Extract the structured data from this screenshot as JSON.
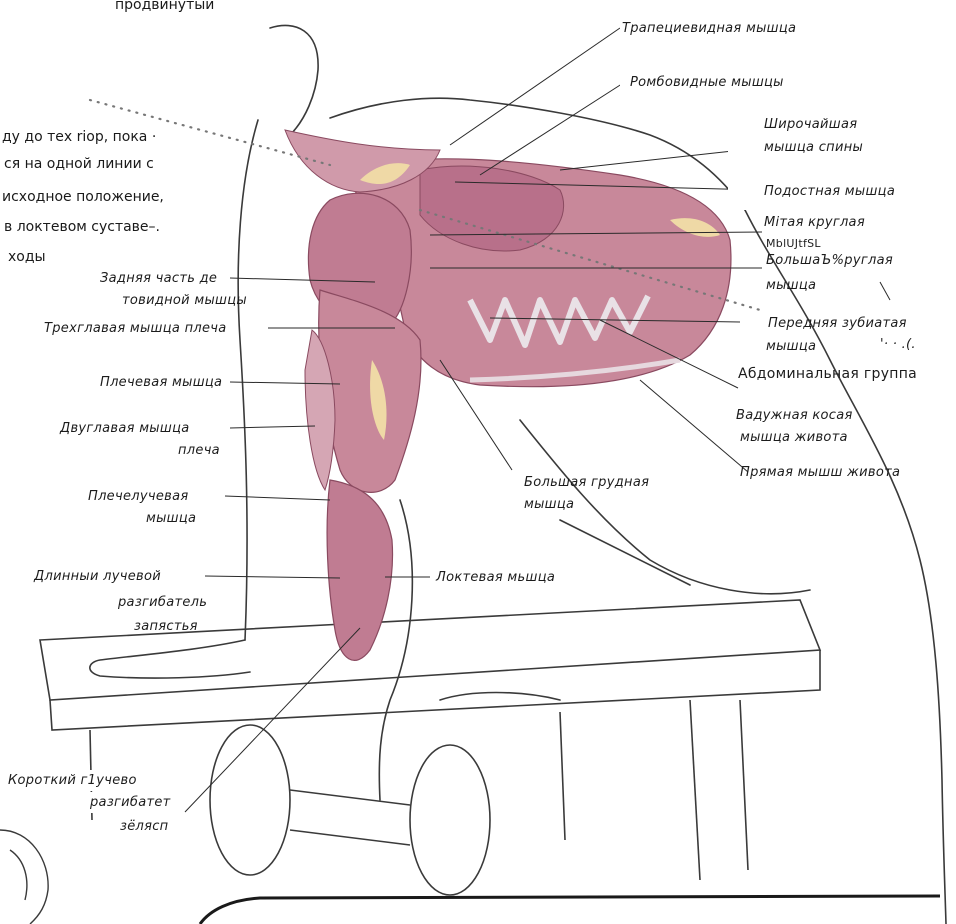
{
  "intro_text": [
    "продвинутый",
    "ду до тех riop, пока ·",
    "ся на одной линии с",
    "исходное положение,",
    "в локтевом суставе–.",
    "ходы"
  ],
  "labels": {
    "trapezius": "Трапециевидная мышца",
    "rhomboids": "Ромбовидные мышцы",
    "lat_1": "Широчайшая",
    "lat_2": "мышца спины",
    "infraspinatus": "Подостная мышца",
    "teres_minor_1": "Мітая круглая",
    "teres_minor_2": "MblUJtfSL",
    "teres_major_1": "БольшаЪ%руглая",
    "teres_major_2": "мышца",
    "serratus_1": "Передняя зубиатая",
    "serratus_2": "мышца",
    "serratus_dots": "'· · .(.",
    "abdominal": "Абдоминальная группа",
    "oblique_1": "Вадужная косая",
    "oblique_2": "мышца живота",
    "rectus": "Прямая мышш живота",
    "pec_1": "Большая грудная",
    "pec_2": "мышца",
    "anconeus": "Локтевая мьшца",
    "rear_delt_1": "Задняя часть де",
    "rear_delt_2": "товидной мышцы",
    "triceps": "Трехглавая мышца плеча",
    "brachialis": "Плечевая мышца",
    "biceps_1": "Двуглавая мышца",
    "biceps_2": "плеча",
    "brachioradialis_1": "Плечелучевая",
    "brachioradialis_2": "мышца",
    "ecrl_1": "Длинныи лучевой",
    "ecrl_2": "разгибатель",
    "ecrl_3": "запястья",
    "ecrb_1": "Короткий г1учево",
    "ecrb_2": "разгибатет",
    "ecrb_3": "зёлясп"
  },
  "icons": [
    "muscle-illustration"
  ],
  "colors": {
    "muscle": "#c8889a",
    "muscle_dark": "#a45a72",
    "tendon": "#efd9a6",
    "outline": "#3a3a3a"
  }
}
